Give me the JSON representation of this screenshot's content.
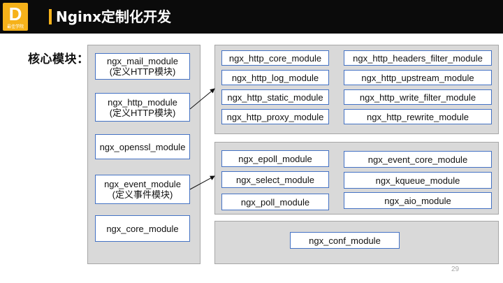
{
  "header": {
    "logo_letter": "D",
    "logo_caption": "最佳学院",
    "title": "Nginx定制化开发"
  },
  "section_label": "核心模块：",
  "left_modules": [
    {
      "line1": "ngx_mail_module",
      "line2": "(定义HTTP模块)"
    },
    {
      "line1": "ngx_http_module",
      "line2": "(定义HTTP模块)"
    },
    {
      "line1": "ngx_openssl_module",
      "line2": ""
    },
    {
      "line1": "ngx_event_module",
      "line2": "(定义事件模块)"
    },
    {
      "line1": "ngx_core_module",
      "line2": ""
    }
  ],
  "http_modules": [
    "ngx_http_core_module",
    "ngx_http_headers_filter_module",
    "ngx_http_log_module",
    "ngx_http_upstream_module",
    "ngx_http_static_module",
    "ngx_http_write_filter_module",
    "ngx_http_proxy_module",
    "ngx_http_rewrite_module"
  ],
  "event_modules": [
    "ngx_epoll_module",
    "ngx_event_core_module",
    "ngx_select_module",
    "ngx_kqueue_module",
    "ngx_poll_module",
    "ngx_aio_module"
  ],
  "conf_module": "ngx_conf_module",
  "page_number": "29",
  "colors": {
    "header_bg": "#0b0b0b",
    "accent": "#f6b21a",
    "panel_bg": "#d9d9d9",
    "module_border": "#4472c4"
  }
}
